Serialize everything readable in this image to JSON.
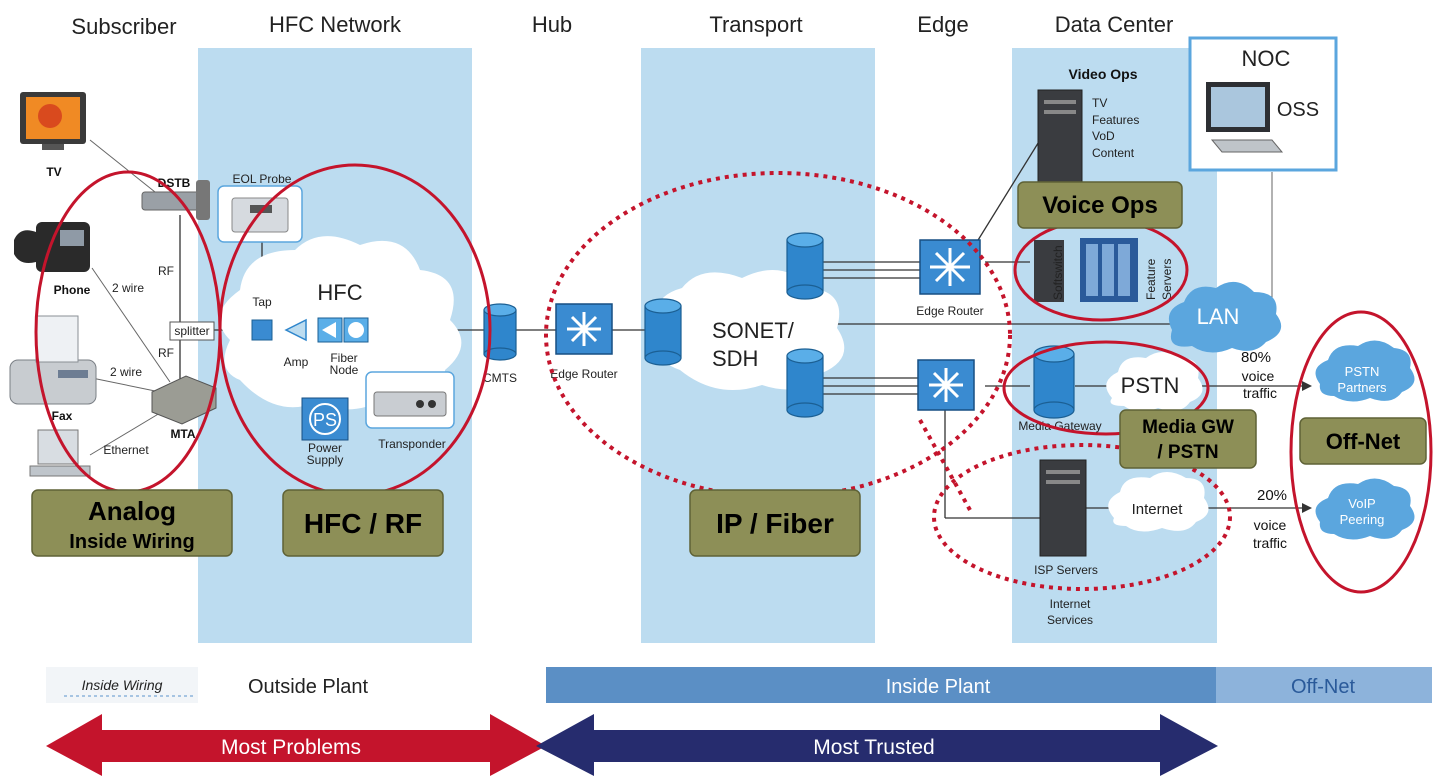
{
  "columns": [
    "Subscriber",
    "HFC Network",
    "Hub",
    "Transport",
    "Edge",
    "Data Center"
  ],
  "devices": {
    "tv": "TV",
    "dstb": "DSTB",
    "phone": "Phone",
    "fax": "Fax",
    "mta": "MTA",
    "splitter": "splitter",
    "rf_top": "RF",
    "rf_bottom": "RF",
    "two_wire_top": "2 wire",
    "two_wire_bottom": "2 wire",
    "ethernet": "Ethernet",
    "eol_probe": "EOL Probe",
    "tap": "Tap",
    "amp": "Amp",
    "fiber_node_1": "Fiber",
    "fiber_node_2": "Node",
    "hfc": "HFC",
    "power_supply_ps": "PS",
    "power_supply_1": "Power",
    "power_supply_2": "Supply",
    "transponder": "Transponder",
    "cmts": "CMTS",
    "edge_router_hub": "Edge Router",
    "sonet_1": "SONET/",
    "sonet_2": "SDH",
    "edge_router_edge": "Edge Router",
    "video_ops": "Video Ops",
    "video_ops_items": [
      "TV",
      "Features",
      "VoD",
      "Content"
    ],
    "noc": "NOC",
    "oss": "OSS",
    "softswitch": "Softswitch",
    "feature_servers_1": "Feature",
    "feature_servers_2": "Servers",
    "lan": "LAN",
    "media_gateway": "Media Gateway",
    "pstn": "PSTN",
    "internet": "Internet",
    "isp_servers": "ISP Servers",
    "internet_services_1": "Internet",
    "internet_services_2": "Services",
    "pstn_partners_1": "PSTN",
    "pstn_partners_2": "Partners",
    "voip_peering_1": "VoIP",
    "voip_peering_2": "Peering"
  },
  "traffic": {
    "pstn_pct": "80%",
    "voip_pct": "20%",
    "voice": "voice",
    "traffic_word": "traffic"
  },
  "tags": {
    "analog_1": "Analog",
    "analog_2": "Inside Wiring",
    "hfc_rf": "HFC / RF",
    "ip_fiber": "IP / Fiber",
    "voice_ops": "Voice Ops",
    "media_gw_1": "Media GW",
    "media_gw_2": "/ PSTN",
    "off_net": "Off-Net"
  },
  "plant_bar": {
    "inside_wiring": "Inside Wiring",
    "outside_plant": "Outside Plant",
    "inside_plant": "Inside Plant",
    "off_net": "Off-Net"
  },
  "arrows": {
    "most_problems": "Most Problems",
    "most_trusted": "Most Trusted"
  },
  "colors": {
    "column_band": "#bcdcf0",
    "tag_fill": "#8d8f57",
    "red": "#c4142c",
    "navy": "#262c6e",
    "inside_plant_bar": "#5b8fc5",
    "off_net_bar": "#8db3db"
  }
}
